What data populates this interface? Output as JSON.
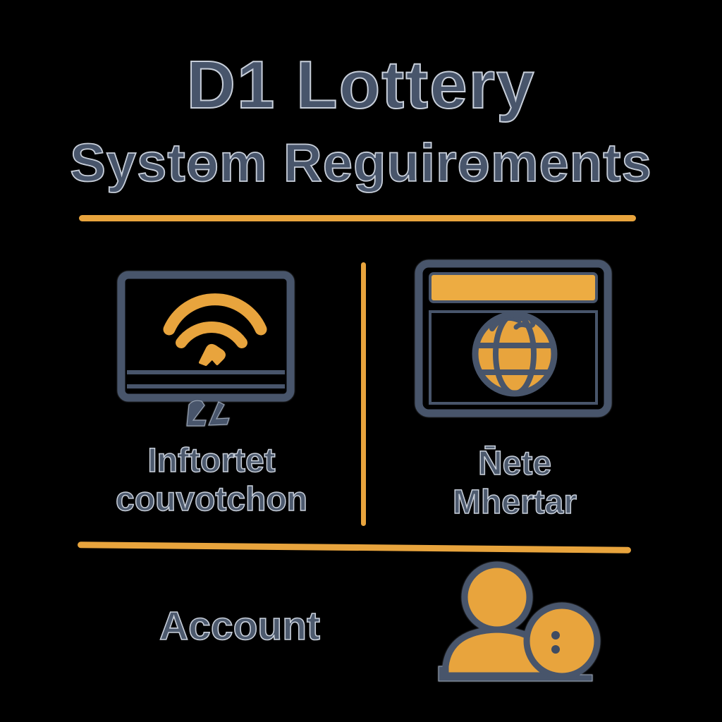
{
  "title": "D1 Lottery",
  "subtitle": "Systɵm Reguirɵments",
  "colors": {
    "background": "#000000",
    "accent": "#E8A43D",
    "slate": "#48556B",
    "text_outline": "#C8CFDA"
  },
  "sections": {
    "internet": {
      "icon": "monitor-wifi-icon",
      "caption_line1": "Inftortet",
      "caption_line2": "couvotchon"
    },
    "browser": {
      "icon": "browser-globe-icon",
      "caption_line1": "N̄ete",
      "caption_line2": "Mhertar"
    },
    "account": {
      "icon": "user-account-icon",
      "label": "Account"
    }
  }
}
